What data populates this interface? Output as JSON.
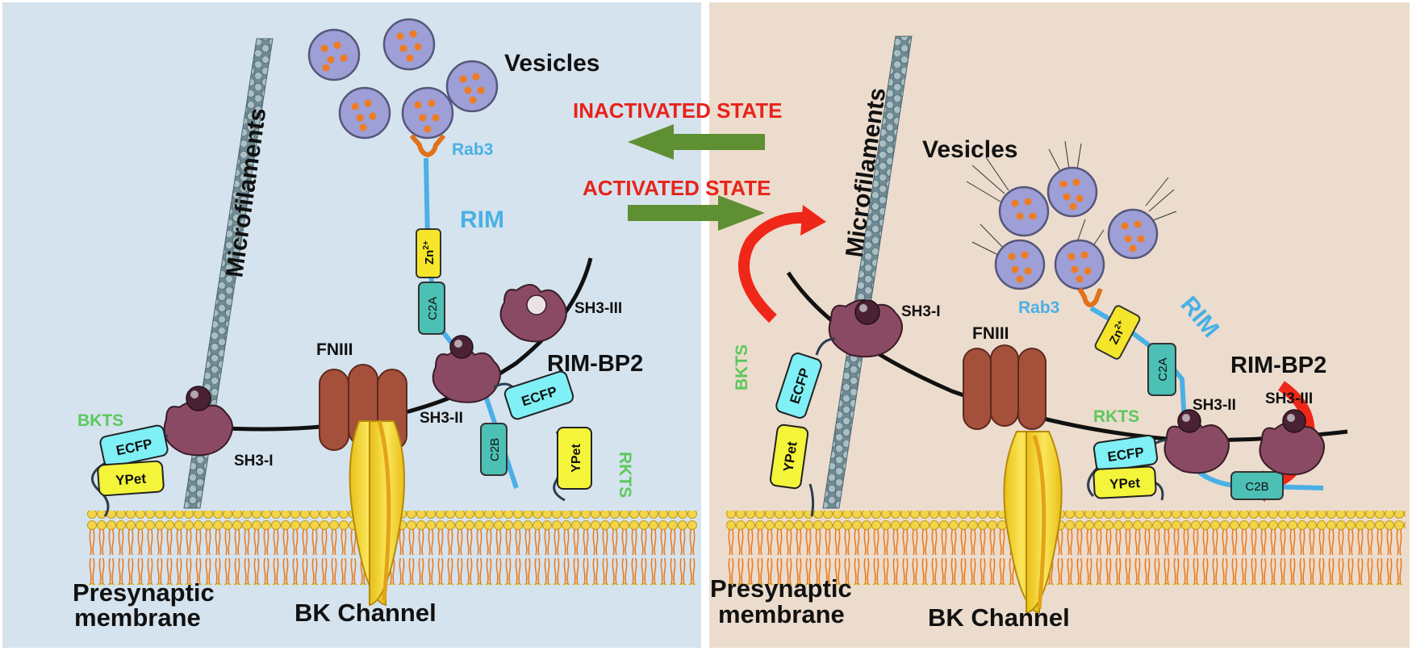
{
  "colors": {
    "left_panel_bg": "#d5e3ee",
    "right_panel_bg": "#ecdccd",
    "arrow_green": "#5e8f32",
    "state_red": "#e8231a",
    "label_green": "#5cc85c",
    "label_blue": "#4ab0e6",
    "protein_maroon": "#8b4a63",
    "fn_brown": "#a5503a",
    "channel_yellow": "#f3d32a",
    "ecfp_cyan": "#7ff0f5",
    "ypet_yellow": "#f4f43a",
    "c2_teal": "#4cc0b4",
    "vesicle_purple": "#9d9fd6",
    "cargo_orange": "#ef7c22"
  },
  "center": {
    "inactivated_label": "INACTIVATED STATE",
    "activated_label": "ACTIVATED STATE"
  },
  "left": {
    "vesicles": "Vesicles",
    "microfilaments": "Microfilaments",
    "rab3": "Rab3",
    "rim": "RIM",
    "zn": "Zn",
    "zn_sup": "2+",
    "c2a": "C2A",
    "c2b": "C2B",
    "fniii": "FNIII",
    "sh3_i": "SH3-I",
    "sh3_ii": "SH3-II",
    "sh3_iii": "SH3-III",
    "rim_bp2": "RIM-BP2",
    "bkts": "BKTS",
    "rkts": "RKTS",
    "ecfp": "ECFP",
    "ypet": "YPet",
    "presynaptic": "Presynaptic",
    "membrane": "membrane",
    "bk_channel": "BK Channel"
  },
  "right": {
    "vesicles": "Vesicles",
    "microfilaments": "Microfilaments",
    "rab3": "Rab3",
    "rim": "RIM",
    "zn": "Zn",
    "zn_sup": "2+",
    "c2a": "C2A",
    "c2b": "C2B",
    "fniii": "FNIII",
    "sh3_i": "SH3-I",
    "sh3_ii": "SH3-II",
    "sh3_iii": "SH3-III",
    "rim_bp2": "RIM-BP2",
    "bkts": "BKTS",
    "rkts": "RKTS",
    "ecfp": "ECFP",
    "ypet": "YPet",
    "presynaptic": "Presynaptic",
    "membrane": "membrane",
    "bk_channel": "BK Channel"
  }
}
